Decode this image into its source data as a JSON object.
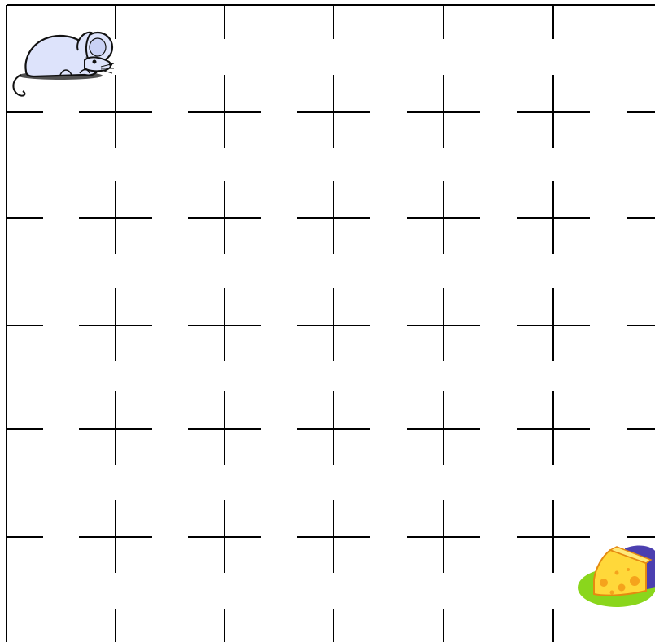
{
  "game": {
    "type": "maze-grid",
    "grid": {
      "columns": 6,
      "rows": 6
    },
    "mouse": {
      "name": "mouse",
      "icon": "mouse-icon",
      "cell": {
        "col": 0,
        "row": 0
      },
      "role": "start"
    },
    "cheese": {
      "name": "cheese",
      "icon": "cheese-icon",
      "cell": {
        "col": 5,
        "row": 5
      },
      "role": "goal"
    },
    "colors": {
      "lines": "#000000",
      "background": "#ffffff",
      "mouse_body": "#dde3fb",
      "mouse_outline": "#111111",
      "cheese_wedge": "#ffd83a",
      "cheese_holes": "#f5a31c",
      "cheese_plate": "#8ad61c",
      "cheese_shadow": "#4b3fb0"
    }
  }
}
